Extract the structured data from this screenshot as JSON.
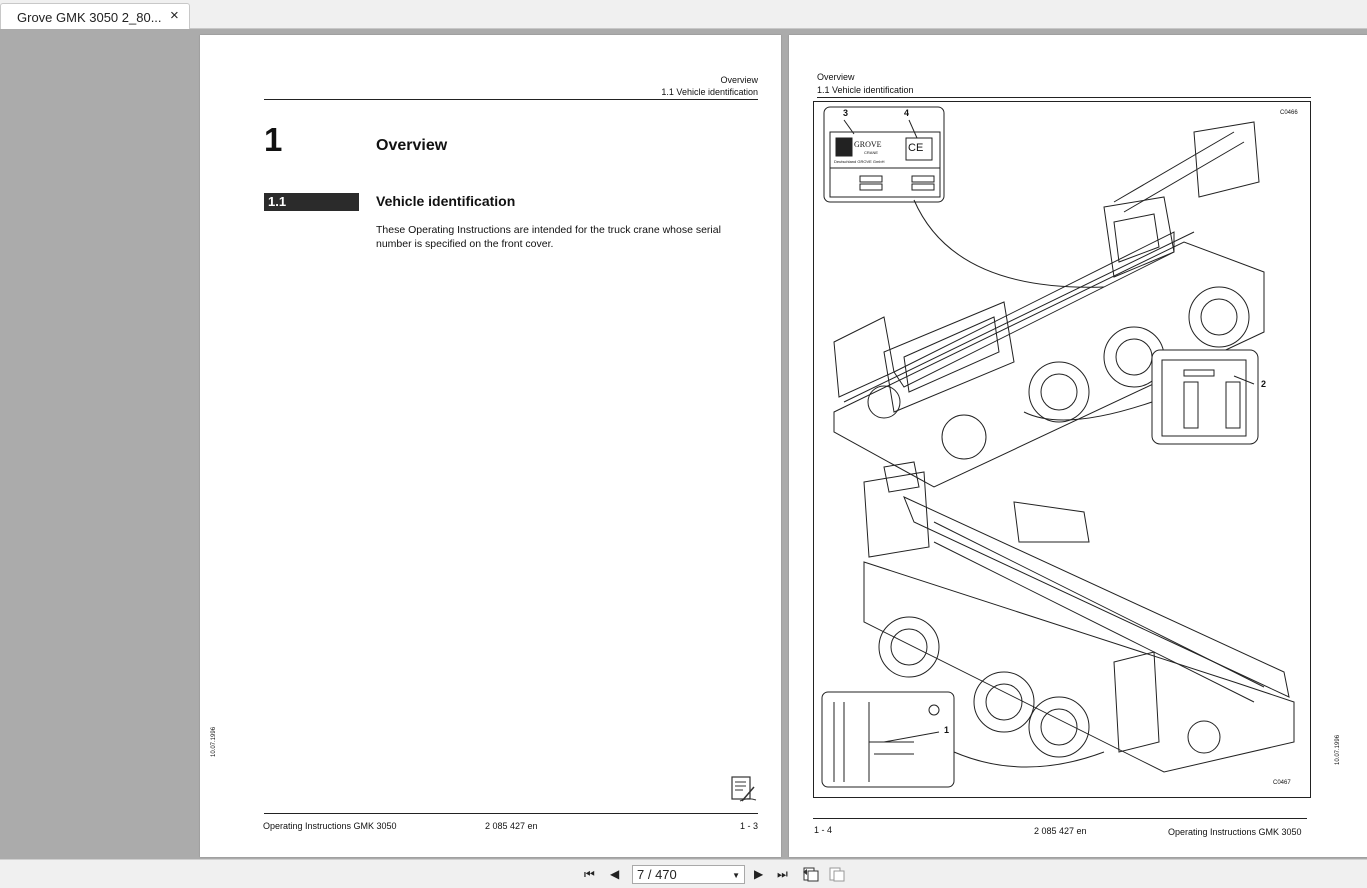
{
  "tab": {
    "title": "Grove GMK 3050 2_80...",
    "close": "×"
  },
  "nav": {
    "first": "⏮",
    "prev": "◀",
    "page_value": "7 / 470",
    "next": "▶",
    "last": "⏭"
  },
  "page_left": {
    "header_section": "Overview",
    "header_subsection": "1.1 Vehicle identification",
    "chapter_number": "1",
    "chapter_title": "Overview",
    "section_number": "1.1",
    "section_title": "Vehicle identification",
    "body_line1": "These Operating Instructions are intended for the truck crane whose serial",
    "body_line2": "number is specified on the front cover.",
    "side_date": "10.07.1996",
    "footer_left": "Operating Instructions GMK 3050",
    "footer_mid": "2 085 427 en",
    "footer_right": "1 - 3"
  },
  "page_right": {
    "header_section": "Overview",
    "header_subsection": "1.1 Vehicle identification",
    "fig_code_top": "C0466",
    "fig_code_bottom": "C0467",
    "callout_1": "1",
    "callout_2": "2",
    "callout_3": "3",
    "callout_4": "4",
    "plate_brand": "GROVE",
    "plate_sub": "CRANE",
    "plate_company": "Deutschland GROVE GmbH",
    "ce_mark": "CE",
    "side_date": "10.07.1996",
    "footer_left": "1 - 4",
    "footer_mid": "2 085 427 en",
    "footer_right": "Operating Instructions GMK 3050"
  }
}
